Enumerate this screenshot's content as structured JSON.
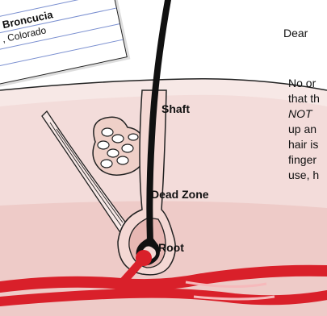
{
  "note_card": {
    "name": "Broncucia",
    "place": ", Colorado"
  },
  "letter": {
    "greeting": "Dear",
    "lines": [
      "No or",
      "that th",
      "NOT",
      "up an",
      "hair is",
      "finger",
      "use, h"
    ]
  },
  "labels": {
    "shaft": "Shaft",
    "dead_zone": "Dead Zone",
    "root": "Root"
  },
  "colors": {
    "skin_light": "#f7e8e6",
    "skin_mid": "#f0cfcc",
    "skin_dark": "#e9b9b5",
    "hair": "#111111",
    "blood": "#d9202a",
    "follicle": "#f4d8d4",
    "gland": "#efd0c8"
  }
}
